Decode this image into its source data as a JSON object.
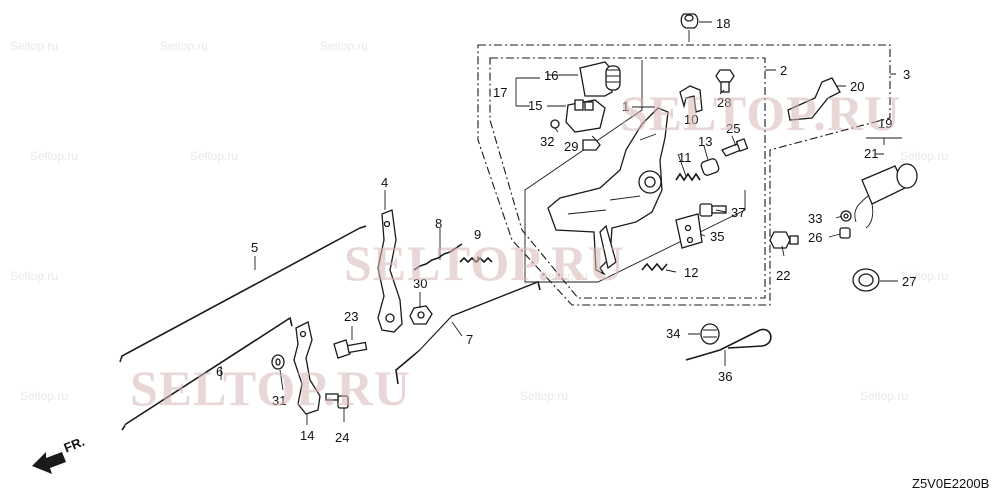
{
  "watermark": "SELTOP.RU",
  "drawing_code": "Z5V0E2200B",
  "front_label": "FR.",
  "callouts": [
    "1",
    "2",
    "3",
    "4",
    "5",
    "6",
    "7",
    "8",
    "9",
    "10",
    "11",
    "12",
    "13",
    "14",
    "15",
    "16",
    "17",
    "18",
    "19",
    "20",
    "21",
    "22",
    "23",
    "24",
    "25",
    "26",
    "27",
    "28",
    "29",
    "30",
    "31",
    "32",
    "33",
    "34",
    "35",
    "36",
    "37"
  ]
}
